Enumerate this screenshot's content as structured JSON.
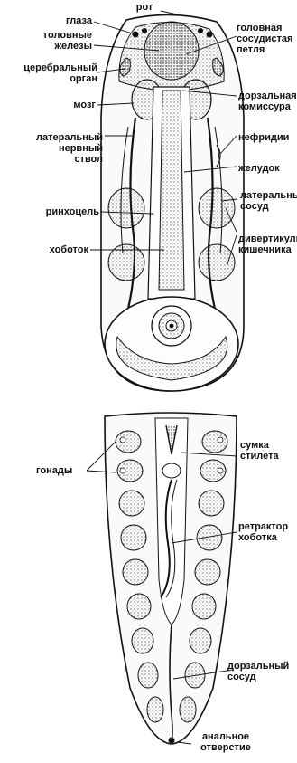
{
  "labels": {
    "mouth": "рот",
    "eyes": "глаза",
    "head_glands": "головные\nжелезы",
    "cerebral_organ": "церебральный\nорган",
    "brain": "мозг",
    "lateral_nerve": "латеральный\nнервный\nствол",
    "rhynchocoel": "ринхоцель",
    "proboscis": "хоботок",
    "head_vascular_loop": "головная\nсосудистая\nпетля",
    "dorsal_commissure": "дорзальная\nкомиссура",
    "nephridia": "нефридии",
    "stomach": "желудок",
    "lateral_vessel": "латеральный\nсосуд",
    "gut_diverticula": "дивертикулы\nкишечника",
    "gonads": "гонады",
    "stylet_sac": "сумка\nстилета",
    "proboscis_retractor": "ретрактор\nхоботка",
    "dorsal_vessel": "дорзальный\nсосуд",
    "anus": "анальное\nотверстие"
  }
}
